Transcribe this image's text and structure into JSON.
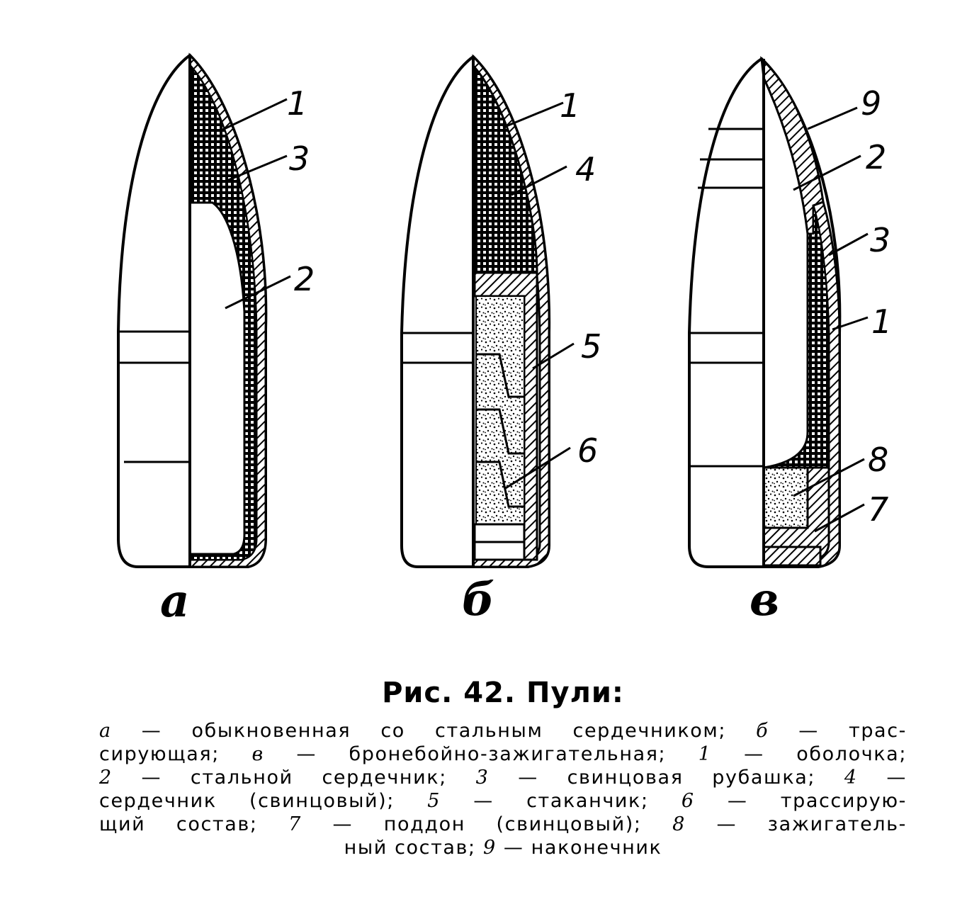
{
  "figure": {
    "panels": [
      {
        "letter": "а",
        "callouts": [
          "1",
          "3",
          "2"
        ]
      },
      {
        "letter": "б",
        "callouts": [
          "1",
          "4",
          "5",
          "6"
        ]
      },
      {
        "letter": "в",
        "callouts": [
          "9",
          "2",
          "3",
          "1",
          "8",
          "7"
        ]
      }
    ]
  },
  "caption": {
    "title": "Рис. 42. Пули:",
    "lines": [
      [
        {
          "k": "а"
        },
        {
          "t": " — обыкновенная со стальным сердечником; "
        },
        {
          "k": "б"
        },
        {
          "t": " — трас-"
        }
      ],
      [
        {
          "t": "сирующая; "
        },
        {
          "k": "в"
        },
        {
          "t": " — бронебойно-зажигательная; "
        },
        {
          "k": "1"
        },
        {
          "t": " — оболочка;"
        }
      ],
      [
        {
          "k": "2"
        },
        {
          "t": " — стальной сердечник; "
        },
        {
          "k": "3"
        },
        {
          "t": " — свинцовая рубашка; "
        },
        {
          "k": "4"
        },
        {
          "t": " —"
        }
      ],
      [
        {
          "t": "сердечник (свинцовый); "
        },
        {
          "k": "5"
        },
        {
          "t": " — стаканчик; "
        },
        {
          "k": "6"
        },
        {
          "t": " — трассирую-"
        }
      ],
      [
        {
          "t": "щий состав; "
        },
        {
          "k": "7"
        },
        {
          "t": " — поддон (свинцовый); "
        },
        {
          "k": "8"
        },
        {
          "t": " — зажигатель-"
        }
      ],
      [
        {
          "t": "ный состав; "
        },
        {
          "k": "9"
        },
        {
          "t": " — наконечник"
        }
      ]
    ]
  },
  "colors": {
    "ink": "#000000",
    "paper": "#ffffff"
  }
}
